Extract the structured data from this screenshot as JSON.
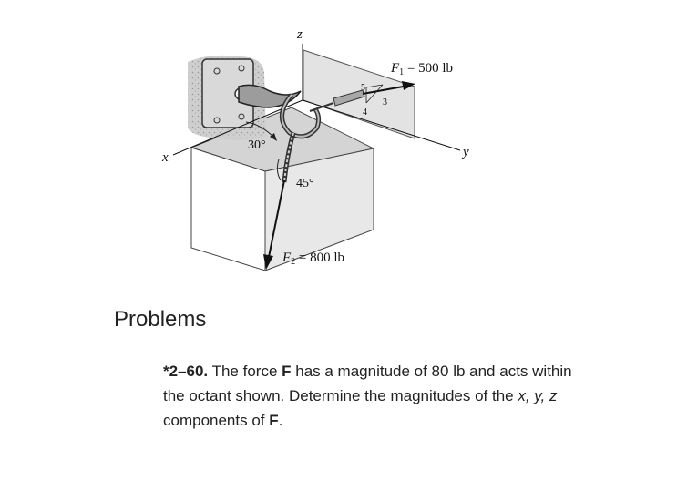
{
  "figure": {
    "axes": {
      "x": "x",
      "y": "y",
      "z": "z"
    },
    "force_1": {
      "symbol": "F",
      "subscript": "1",
      "value_text": " = 500 lb"
    },
    "force_2": {
      "symbol": "F",
      "subscript": "2",
      "value_text": " = 800 lb"
    },
    "slope_triangle": {
      "hyp": "5",
      "horizontal": "4",
      "vertical": "3"
    },
    "angle_a": "30°",
    "angle_b": "45°"
  },
  "section": {
    "heading": "Problems"
  },
  "problem": {
    "number": "*2–60.",
    "text_1": " The force ",
    "bold_f1": "F",
    "text_2": " has a magnitude of 80 lb and acts within the octant shown. Determine the magnitudes of the ",
    "italic_xyz": "x, y, z",
    "text_3": " components of ",
    "bold_f2": "F",
    "text_4": "."
  }
}
